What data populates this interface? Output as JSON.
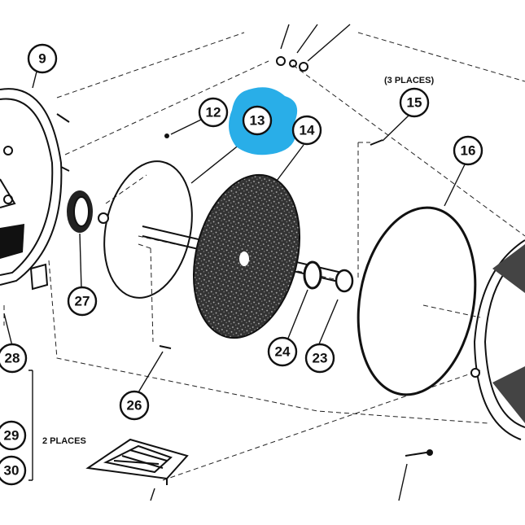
{
  "diagram": {
    "callouts": [
      {
        "id": "9",
        "label": "9"
      },
      {
        "id": "12",
        "label": "12"
      },
      {
        "id": "13",
        "label": "13"
      },
      {
        "id": "14",
        "label": "14"
      },
      {
        "id": "15",
        "label": "15"
      },
      {
        "id": "16",
        "label": "16"
      },
      {
        "id": "23",
        "label": "23"
      },
      {
        "id": "24",
        "label": "24"
      },
      {
        "id": "26",
        "label": "26"
      },
      {
        "id": "27",
        "label": "27"
      },
      {
        "id": "28",
        "label": "28"
      },
      {
        "id": "29",
        "label": "29"
      },
      {
        "id": "30",
        "label": "30"
      }
    ],
    "notes": {
      "three_places": "(3 PLACES)",
      "two_places": "2 PLACES"
    },
    "highlight_color": "#29aee8"
  }
}
